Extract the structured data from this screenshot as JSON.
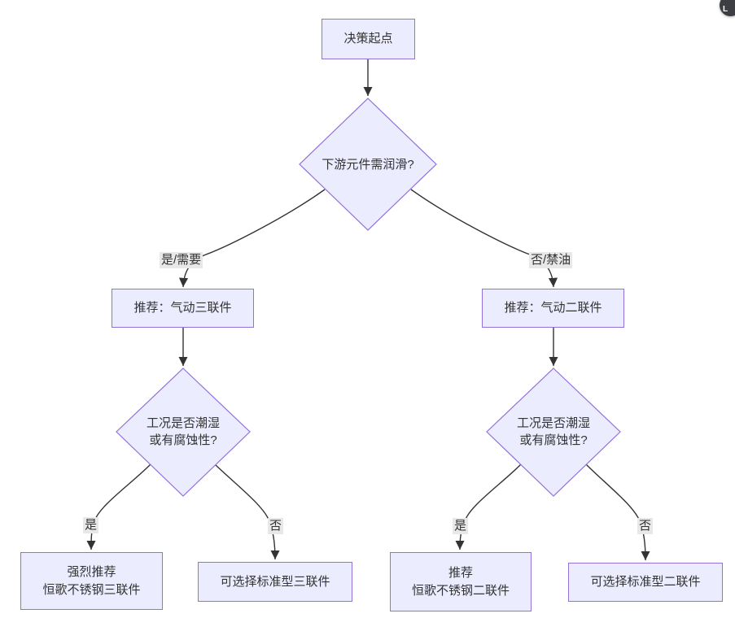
{
  "diagram": {
    "title": "decision-flowchart",
    "nodes": {
      "start": {
        "label": "决策起点",
        "type": "rect"
      },
      "q_lubrication": {
        "label": "下游元件需润滑?",
        "type": "diamond"
      },
      "rec_triple": {
        "label": "推荐：气动三联件",
        "type": "rect"
      },
      "rec_double": {
        "label": "推荐：气动二联件",
        "type": "rect"
      },
      "q_env_left": {
        "label": "工况是否潮湿\n或有腐蚀性?",
        "type": "diamond"
      },
      "q_env_right": {
        "label": "工况是否潮湿\n或有腐蚀性?",
        "type": "diamond"
      },
      "ss_triple": {
        "label": "强烈推荐\n恒歌不锈钢三联件",
        "type": "rect"
      },
      "std_triple": {
        "label": "可选择标准型三联件",
        "type": "rect"
      },
      "ss_double": {
        "label": "推荐\n恒歌不锈钢二联件",
        "type": "rect"
      },
      "std_double": {
        "label": "可选择标准型二联件",
        "type": "rect"
      }
    },
    "edge_labels": {
      "yes_need": "是/需要",
      "no_oil": "否/禁油",
      "yes_left": "是",
      "no_left": "否",
      "yes_right": "是",
      "no_right": "否"
    },
    "colors": {
      "node_fill": "#ECECFF",
      "node_border": "#9370DB",
      "edge_stroke": "#333333",
      "edge_label_bg": "#e8e8e8",
      "text": "#333333",
      "background": "#ffffff",
      "widget_bg": "#3d3d44"
    }
  },
  "corner_widget": {
    "glyph": "L"
  }
}
